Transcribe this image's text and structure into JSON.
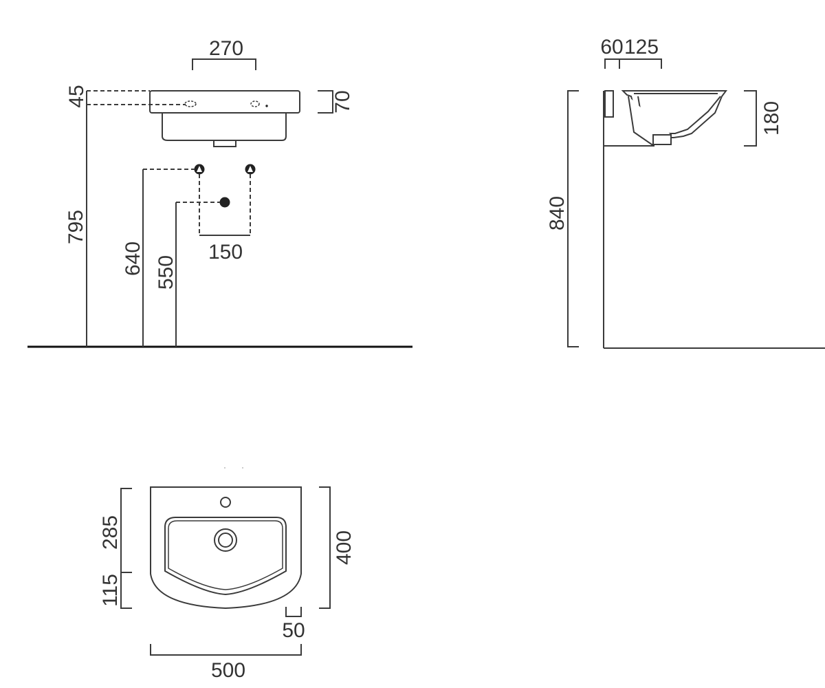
{
  "front_view": {
    "top_width": "270",
    "rim_offset": "45",
    "basin_height": "70",
    "total_height": "795",
    "supply_height": "640",
    "waste_height": "550",
    "supply_spacing": "150"
  },
  "side_view": {
    "wall_offset": "60",
    "tap_offset": "125",
    "bowl_depth": "180",
    "overall_height": "840"
  },
  "top_view": {
    "front_depth": "285",
    "rear_depth": "115",
    "overall_depth": "400",
    "wall_gap": "50",
    "width": "500"
  }
}
